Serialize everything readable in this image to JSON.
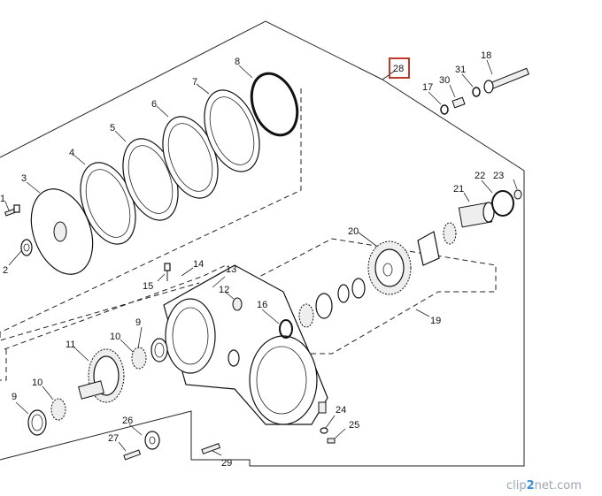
{
  "callouts": {
    "c1": "1",
    "c2": "2",
    "c3": "3",
    "c4": "4",
    "c5": "5",
    "c6": "6",
    "c7": "7",
    "c8": "8",
    "c9a": "9",
    "c9b": "9",
    "c10a": "10",
    "c10b": "10",
    "c11": "11",
    "c12": "12",
    "c13": "13",
    "c14": "14",
    "c15": "15",
    "c16": "16",
    "c17": "17",
    "c18": "18",
    "c19": "19",
    "c20": "20",
    "c21": "21",
    "c22": "22",
    "c23": "23",
    "c24": "24",
    "c25": "25",
    "c26": "26",
    "c27": "27",
    "c28": "28",
    "c29": "29",
    "c30": "30",
    "c31": "31"
  },
  "highlight": {
    "callout": "28",
    "color": "#c0392b"
  },
  "watermark": {
    "prefix": "clip",
    "brand": "2",
    "suffix": "net",
    "domain": ".com"
  }
}
